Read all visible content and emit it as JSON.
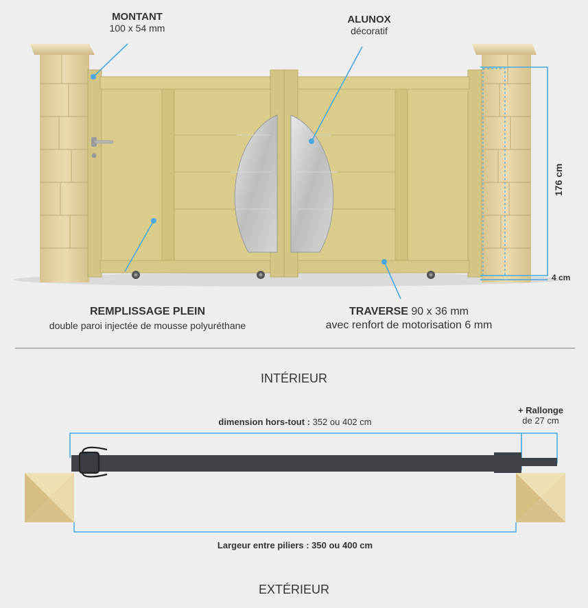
{
  "labels": {
    "montant_title": "MONTANT",
    "montant_dim": "100 x 54 mm",
    "alunox_title": "ALUNOX",
    "alunox_sub": "décoratif",
    "height_label": "176 cm",
    "foot_label": "4 cm",
    "remplissage_title": "REMPLISSAGE PLEIN",
    "remplissage_sub": "double paroi injectée de mousse polyuréthane",
    "traverse_title": "TRAVERSE",
    "traverse_dim": " 90 x 36 mm",
    "traverse_sub": "avec renfort de motorisation 6 mm"
  },
  "plan": {
    "interieur": "INTÉRIEUR",
    "exterieur": "EXTÉRIEUR",
    "hors_tout_label": "dimension hors-tout :",
    "hors_tout_value": " 352 ou 402 cm",
    "rallonge_1": "+ Rallonge",
    "rallonge_2": "de 27 cm",
    "largeur_label": "Largeur entre piliers : 350 ou 400 cm"
  },
  "colors": {
    "gate": "#d9cd8c",
    "gate_dark": "#c8ba74",
    "pillar": "#e2cf9c",
    "annotation": "#4aa8de",
    "rail": "#3f4347"
  }
}
